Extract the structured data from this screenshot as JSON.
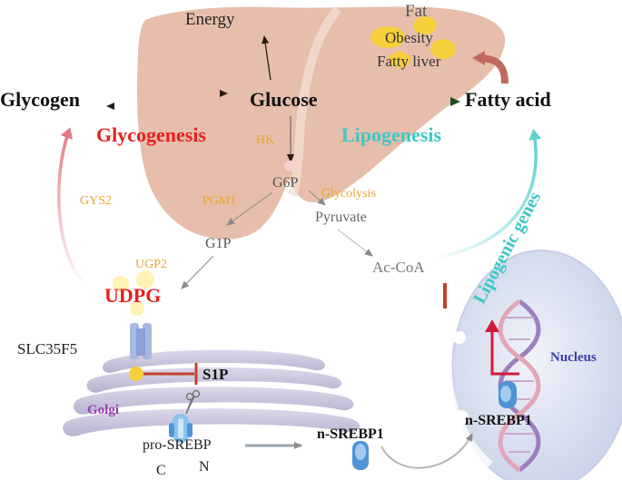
{
  "labels": {
    "energy": "Energy",
    "fat": "Fat",
    "obesity": "Obesity",
    "fatty_liver": "Fatty liver",
    "glycogen": "Glycogen",
    "glucose": "Glucose",
    "fatty_acid": "Fatty acid",
    "glycogenesis": "Glycogenesis",
    "lipogenesis": "Lipogenesis",
    "hk": "HK",
    "g6p": "G6P",
    "glycolysis": "Glycolysis",
    "pgm1": "PGM1",
    "pyruvate": "Pyruvate",
    "gys2": "GYS2",
    "g1p": "G1P",
    "ugp2": "UGP2",
    "ac_coa": "Ac-CoA",
    "lipogenic_genes": "Lipogenic genes",
    "udpg": "UDPG",
    "slc35f5": "SLC35F5",
    "s1p": "S1P",
    "golgi": "Golgi",
    "nucleus": "Nucleus",
    "n_srebp1_nucleus": "n-SREBP1",
    "n_srebp1": "n-SREBP1",
    "pro_srebp": "pro-SREBP",
    "c_terminal": "C",
    "n_terminal": "N"
  },
  "colors": {
    "liver": "#e3b7a2",
    "glycogenesis": "#e8201e",
    "lipogenesis": "#3ec7c4",
    "enzyme": "#e8a530",
    "golgi": "#9b38b0",
    "nucleus": "#3a3fb0",
    "lipogenic_genes": "#3ec7c4"
  }
}
